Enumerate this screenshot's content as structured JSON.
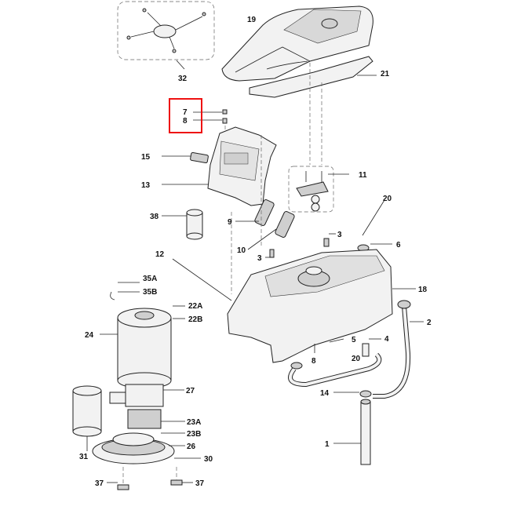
{
  "diagram": {
    "callouts": [
      {
        "id": "c-19",
        "label": "19"
      },
      {
        "id": "c-21",
        "label": "21"
      },
      {
        "id": "c-32",
        "label": "32"
      },
      {
        "id": "c-7",
        "label": "7"
      },
      {
        "id": "c-8a",
        "label": "8"
      },
      {
        "id": "c-15",
        "label": "15"
      },
      {
        "id": "c-13",
        "label": "13"
      },
      {
        "id": "c-11",
        "label": "11"
      },
      {
        "id": "c-38",
        "label": "38"
      },
      {
        "id": "c-9",
        "label": "9"
      },
      {
        "id": "c-10",
        "label": "10"
      },
      {
        "id": "c-3a",
        "label": "3"
      },
      {
        "id": "c-20a",
        "label": "20"
      },
      {
        "id": "c-6",
        "label": "6"
      },
      {
        "id": "c-3b",
        "label": "3"
      },
      {
        "id": "c-12",
        "label": "12"
      },
      {
        "id": "c-35a",
        "label": "35A"
      },
      {
        "id": "c-35b",
        "label": "35B"
      },
      {
        "id": "c-22a",
        "label": "22A"
      },
      {
        "id": "c-22b",
        "label": "22B"
      },
      {
        "id": "c-18",
        "label": "18"
      },
      {
        "id": "c-24",
        "label": "24"
      },
      {
        "id": "c-2",
        "label": "2"
      },
      {
        "id": "c-4",
        "label": "4"
      },
      {
        "id": "c-5",
        "label": "5"
      },
      {
        "id": "c-8b",
        "label": "8"
      },
      {
        "id": "c-20b",
        "label": "20"
      },
      {
        "id": "c-27",
        "label": "27"
      },
      {
        "id": "c-14",
        "label": "14"
      },
      {
        "id": "c-23a",
        "label": "23A"
      },
      {
        "id": "c-23b",
        "label": "23B"
      },
      {
        "id": "c-26",
        "label": "26"
      },
      {
        "id": "c-31",
        "label": "31"
      },
      {
        "id": "c-30",
        "label": "30"
      },
      {
        "id": "c-1",
        "label": "1"
      },
      {
        "id": "c-37a",
        "label": "37"
      },
      {
        "id": "c-37b",
        "label": "37"
      }
    ],
    "highlight_color": "#e11111"
  }
}
